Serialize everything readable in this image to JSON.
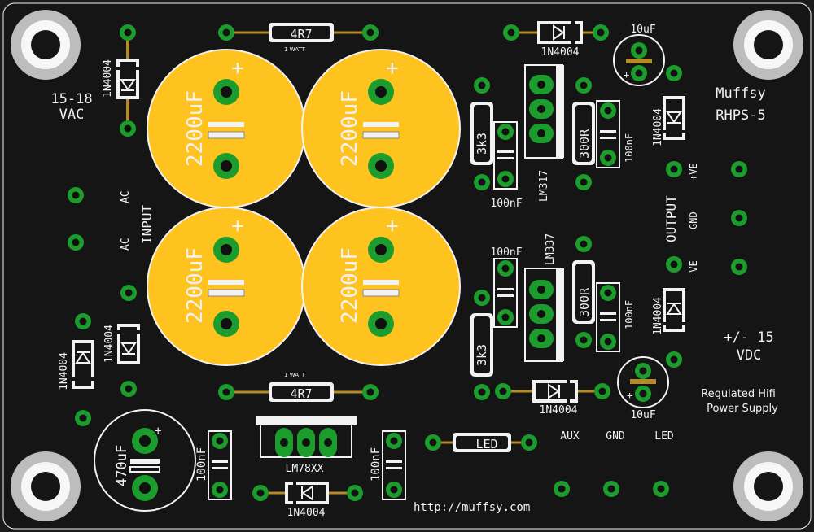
{
  "board": {
    "brand": "Muffsy",
    "model": "RHPS-5",
    "input_voltage": "15-18",
    "input_voltage_unit": "VAC",
    "input_label": "INPUT",
    "ac_label": "AC",
    "output_label": "OUTPUT",
    "pos_label": "+VE",
    "gnd_label": "GND",
    "neg_label": "-VE",
    "output_voltage": "+/- 15",
    "output_voltage_unit": "VDC",
    "description_line1": "Regulated Hifi",
    "description_line2": "Power Supply",
    "url": "http://muffsy.com",
    "aux_label": "AUX",
    "aux_gnd_label": "GND",
    "led_label": "LED"
  },
  "components": {
    "diode": "1N4004",
    "big_cap": "2200uF",
    "resistor_power": "4R7",
    "resistor_rating": "1 WATT",
    "small_cap": "10uF",
    "film_cap": "100nF",
    "resistor_3k3": "3k3",
    "resistor_300r": "300R",
    "reg_pos": "LM317",
    "reg_neg": "LM337",
    "reg_led": "LM78XX",
    "led_cap": "470uF",
    "led": "LED"
  },
  "colors": {
    "pcb": "#151515",
    "silkscreen": "#f2f2f2",
    "pad_copper": "#1c9c2c",
    "pad_hole": "#111111",
    "capacitor_fill": "#ffc320",
    "mount_ring": "#bdbdbd",
    "body_lead": "#b58a28"
  }
}
